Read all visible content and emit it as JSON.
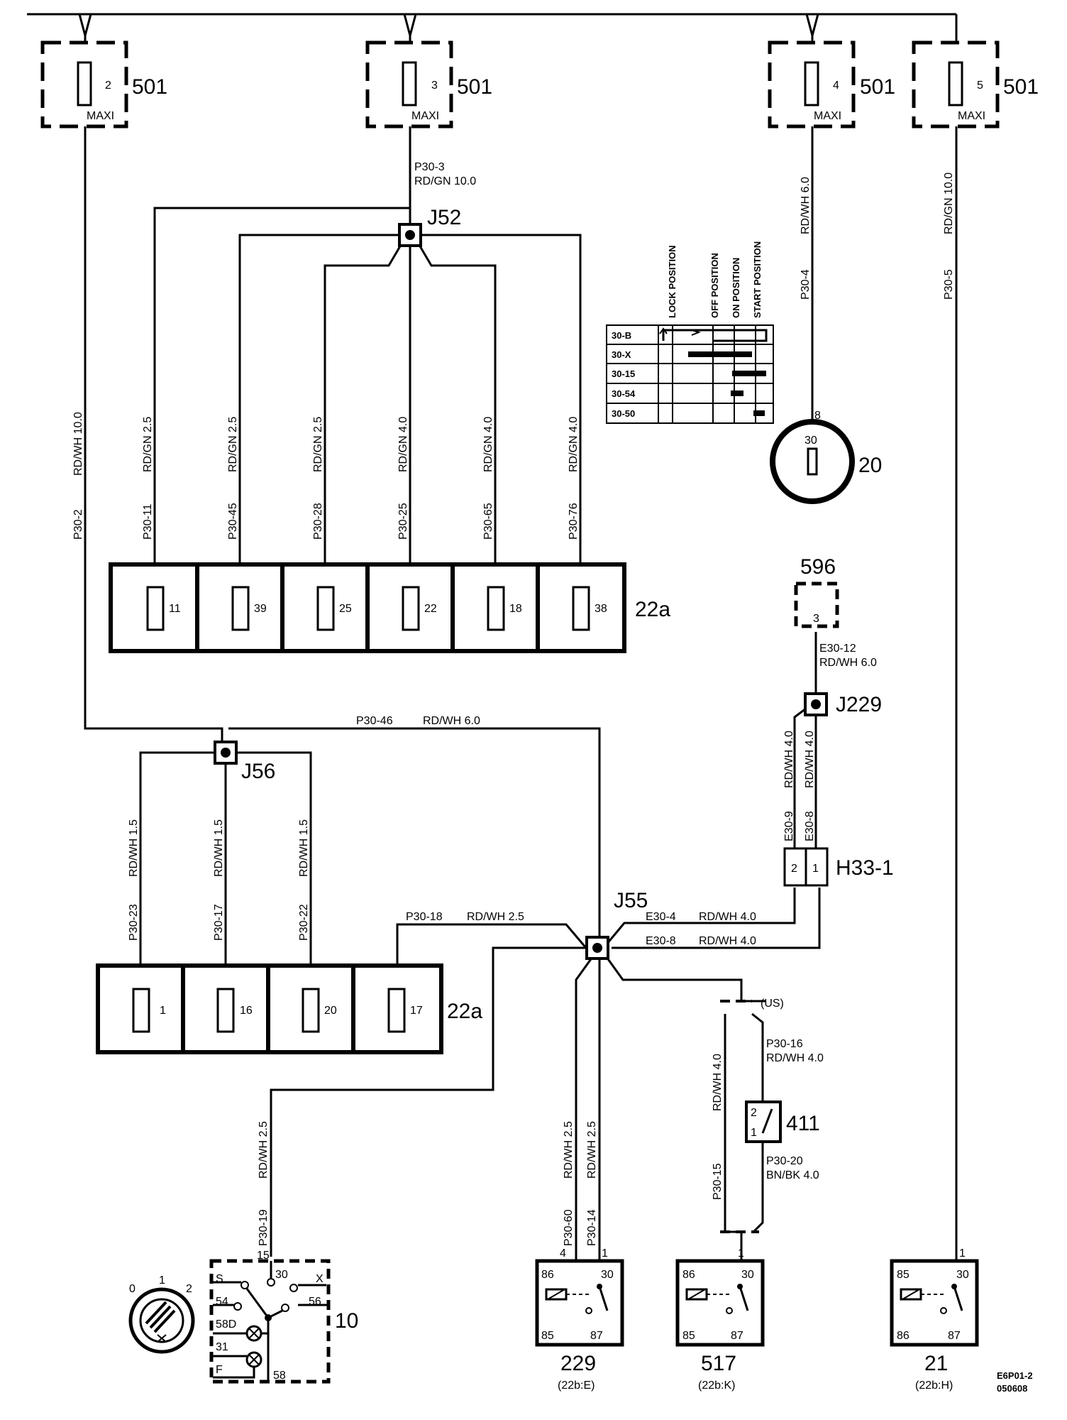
{
  "components": {
    "maxi_fuse_box": "501",
    "maxi_fuses": [
      {
        "number": "2",
        "type": "MAXI"
      },
      {
        "number": "3",
        "type": "MAXI"
      },
      {
        "number": "4",
        "type": "MAXI"
      },
      {
        "number": "5",
        "type": "MAXI"
      }
    ],
    "fuse_box": "22a",
    "upper_fuses": [
      "11",
      "39",
      "25",
      "22",
      "18",
      "38"
    ],
    "lower_fuses": [
      "1",
      "16",
      "20",
      "17"
    ],
    "junctions": {
      "j52": "J52",
      "j56": "J56",
      "j55": "J55",
      "j229": "J229"
    },
    "ignition_switch": {
      "id": "20",
      "terminal_pin": "8",
      "terminal": "30"
    },
    "comp_596": {
      "id": "596",
      "pin": "3"
    },
    "connector_h33": {
      "id": "H33-1",
      "pins": [
        "2",
        "1"
      ]
    },
    "switch_411": {
      "id": "411",
      "pins": [
        "2",
        "1"
      ]
    },
    "light_switch": {
      "id": "10",
      "terminals": [
        "15",
        "30",
        "S",
        "X",
        "54",
        "56",
        "58D",
        "31",
        "F",
        "58"
      ],
      "knob_positions": [
        "0",
        "1",
        "2"
      ]
    },
    "relays": [
      {
        "id": "229",
        "ref": "(22b:E)",
        "pins": [
          "86",
          "30",
          "85",
          "87"
        ],
        "pin_labels": [
          "4",
          "1"
        ]
      },
      {
        "id": "517",
        "ref": "(22b:K)",
        "pins": [
          "86",
          "30",
          "85",
          "87"
        ],
        "pin_labels": [
          "1"
        ]
      },
      {
        "id": "21",
        "ref": "(22b:H)",
        "pins": [
          "85",
          "30",
          "86",
          "87"
        ],
        "pin_labels": [
          "1"
        ]
      }
    ],
    "us_label": "(US)"
  },
  "wires": {
    "p30_3": "P30-3",
    "p30_3_spec": "RD/GN   10.0",
    "p30_4": "P30-4",
    "p30_4_spec": "RD/WH   6.0",
    "p30_5": "P30-5",
    "p30_5_spec": "RD/GN   10.0",
    "p30_2": "P30-2",
    "p30_2_spec": "RD/WH   10.0",
    "p30_11": "P30-11",
    "p30_11_spec": "RD/GN   2.5",
    "p30_45": "P30-45",
    "p30_45_spec": "RD/GN   2.5",
    "p30_28": "P30-28",
    "p30_28_spec": "RD/GN   2.5",
    "p30_25": "P30-25",
    "p30_25_spec": "RD/GN   4.0",
    "p30_65": "P30-65",
    "p30_65_spec": "RD/GN   4.0",
    "p30_76": "P30-76",
    "p30_76_spec": "RD/GN   4.0",
    "p30_46": "P30-46",
    "p30_46_spec": "RD/WH   6.0",
    "e30_12": "E30-12",
    "e30_12_spec": "RD/WH   6.0",
    "e30_9": "E30-9",
    "e30_9_spec": "RD/WH   4.0",
    "e30_8a": "E30-8",
    "e30_8a_spec": "RD/WH   4.0",
    "p30_23": "P30-23",
    "p30_23_spec": "RD/WH   1.5",
    "p30_17": "P30-17",
    "p30_17_spec": "RD/WH   1.5",
    "p30_22": "P30-22",
    "p30_22_spec": "RD/WH   1.5",
    "p30_18": "P30-18",
    "p30_18_spec": "RD/WH   2.5",
    "e30_4": "E30-4",
    "e30_4_spec": "RD/WH   4.0",
    "e30_8b": "E30-8",
    "e30_8b_spec": "RD/WH   4.0",
    "p30_19": "P30-19",
    "p30_19_spec": "RD/WH   2.5",
    "p30_60": "P30-60",
    "p30_60_spec": "RD/WH   2.5",
    "p30_14": "P30-14",
    "p30_14_spec": "RD/WH   2.5",
    "p30_15": "P30-15",
    "p30_15_spec": "RD/WH   4.0",
    "p30_16": "P30-16",
    "p30_16_spec": "RD/WH   4.0",
    "p30_20": "P30-20",
    "p30_20_spec": "BN/BK   4.0"
  },
  "ignition_table": {
    "columns": [
      "LOCK POSITION",
      "OFF POSITION",
      "ON POSITION",
      "START POSITION"
    ],
    "rows": [
      "30-B",
      "30-X",
      "30-15",
      "30-54",
      "30-50"
    ]
  },
  "footer": {
    "code": "E6P01-2",
    "date": "050608"
  }
}
